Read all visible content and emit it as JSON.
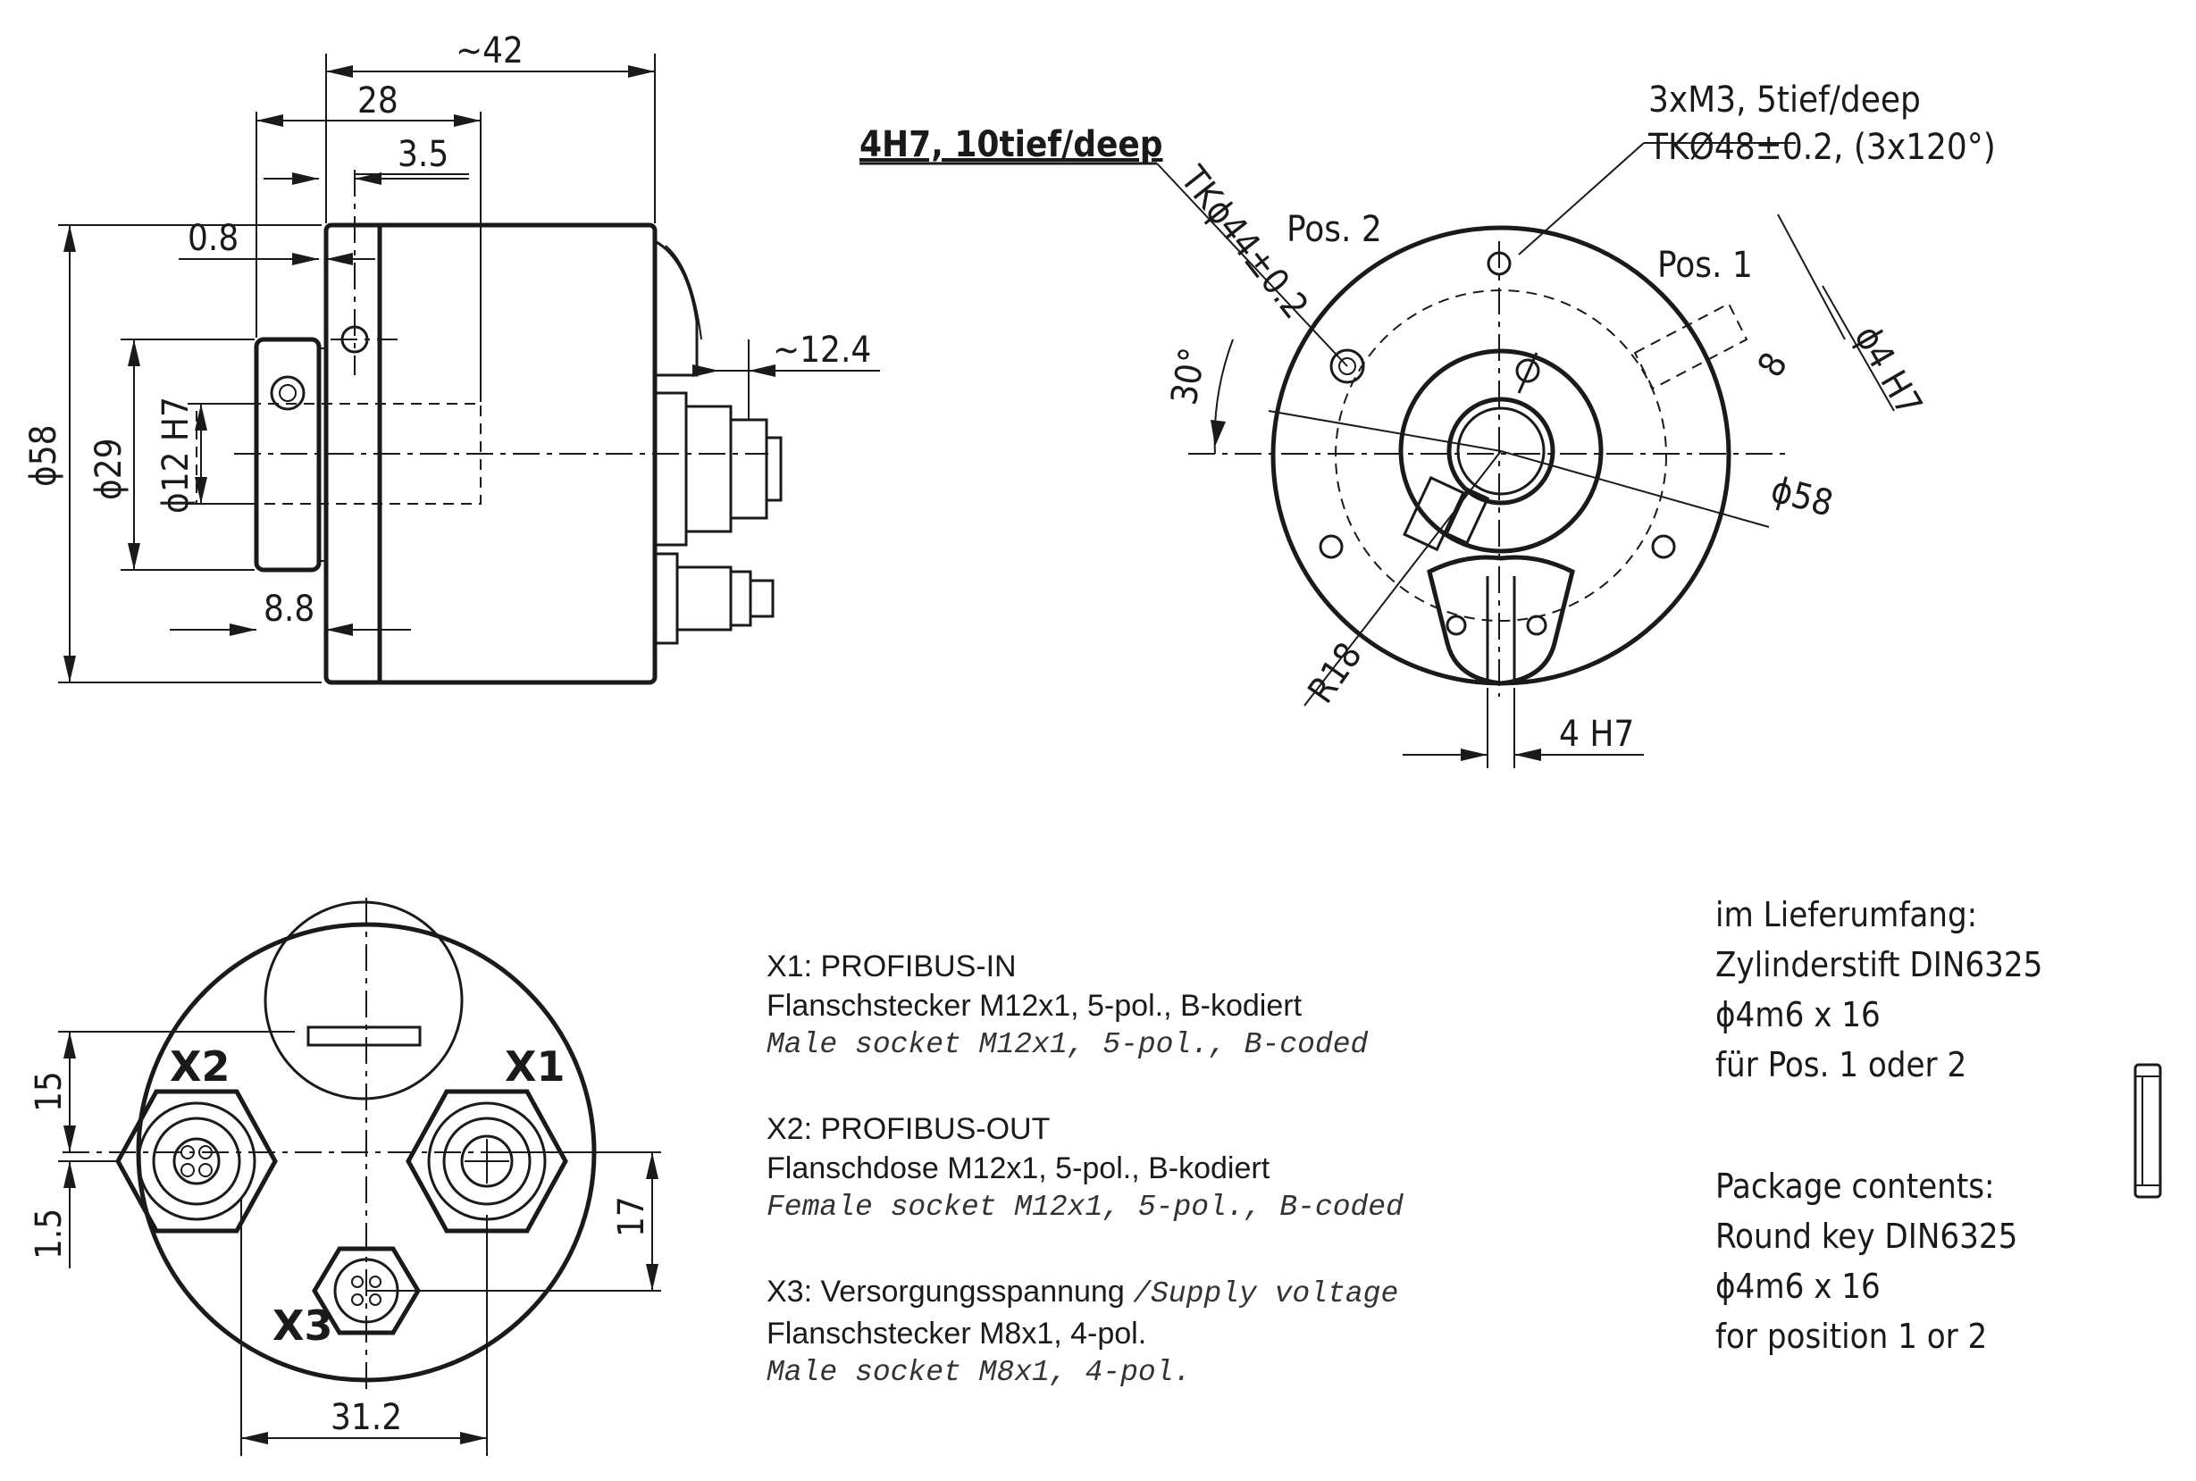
{
  "side_view": {
    "dim_42": "~42",
    "dim_28": "28",
    "dim_3_5": "3.5",
    "dim_0_8": "0.8",
    "dim_12_4": "~12.4",
    "dim_58": "ϕ58",
    "dim_29": "ϕ29",
    "dim_12h7": "ϕ12 H7",
    "dim_8_8": "8.8"
  },
  "front_view": {
    "callout_4h7": "4H7, 10tief/deep",
    "tk44": "TKϕ44±0.2",
    "pos2": "Pos. 2",
    "pos1": "Pos. 1",
    "thread_line1": "3xM3, 5tief/deep",
    "thread_line2": "TKØ48±0.2, (3x120°)",
    "angle_30": "30°",
    "dim_8": "8",
    "dim_4h7_side": "ϕ4 H7",
    "dim_58": "ϕ58",
    "dim_r18": "R18",
    "dim_4h7_bottom": "4 H7"
  },
  "rear_view": {
    "label_x1": "X1",
    "label_x2": "X2",
    "label_x3": "X3",
    "dim_15": "15",
    "dim_1_5": "1.5",
    "dim_17": "17",
    "dim_31_2": "31.2"
  },
  "legend": {
    "x1": {
      "title": "X1: PROFIBUS-IN",
      "de": "Flanschstecker M12x1, 5-pol., B-kodiert",
      "en": "Male socket M12x1, 5-pol., B-coded"
    },
    "x2": {
      "title": "X2: PROFIBUS-OUT",
      "de": "Flanschdose M12x1, 5-pol., B-kodiert",
      "en": "Female socket M12x1, 5-pol., B-coded"
    },
    "x3": {
      "title": "X3: Versorgungsspannung ",
      "title_en": "/Supply voltage",
      "de": "Flanschstecker M8x1, 4-pol.",
      "en": "Male socket M8x1, 4-pol."
    }
  },
  "package": {
    "de_heading": "im Lieferumfang:",
    "de_line1": "Zylinderstift DIN6325",
    "de_line2": "ϕ4m6 x 16",
    "de_line3": "für Pos. 1 oder 2",
    "en_heading": "Package contents:",
    "en_line1": "Round key DIN6325",
    "en_line2": "ϕ4m6 x 16",
    "en_line3": "for position 1 or 2"
  }
}
